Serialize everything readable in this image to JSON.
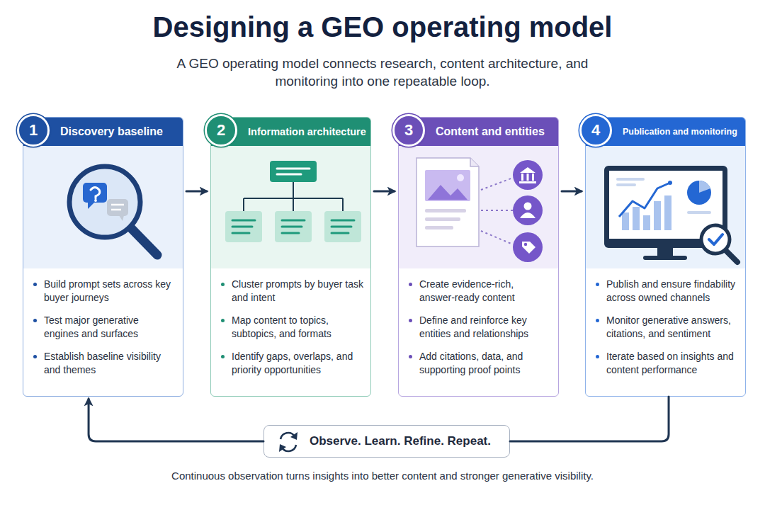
{
  "diagram": {
    "title": "Designing a GEO operating model",
    "caption": "Continuous observation turns insights into better content and stronger generative visibility.",
    "nodes": [
      {
        "text": [
          "Discovery baseline",
          "Build prompt sets across key buyer journeys",
          "Test major generative engines and surfaces",
          "Establish baseline visibility and themes"
        ]
      },
      {
        "text": [
          "1"
        ],
        "in": 0
      },
      {
        "text": [
          "Information architecture",
          "Cluster prompts by buyer task and intent",
          "Map content to topics, subtopics, and formats",
          "Identify gaps, overlaps, and priority opportunities"
        ]
      },
      {
        "text": [
          "2"
        ],
        "in": 2
      },
      {
        "text": [
          "Content and entities",
          "Create evidence-rich, answer-ready content",
          "Define and reinforce key entities and relationships",
          "Add citations, data, and supporting proof points"
        ]
      },
      {
        "text": [
          "3"
        ],
        "in": 4
      },
      {
        "text": [
          "Publication and monitoring",
          "Publish and ensure findability across owned channels",
          "Monitor generative answers, citations, and sentiment",
          "Iterate based on insights and content performance"
        ]
      },
      {
        "text": [
          "4"
        ],
        "in": 6
      },
      {
        "text": [
          "Observe. Learn. Refine. Repeat."
        ]
      }
    ],
    "edges": [
      {
        "from": 0,
        "to": 2,
        "arrow": "to"
      },
      {
        "from": 2,
        "to": 4,
        "arrow": "to"
      },
      {
        "from": 4,
        "to": 6,
        "arrow": "to"
      },
      {
        "from": 6,
        "to": 8,
        "arrow": "none"
      },
      {
        "from": 8,
        "to": 0,
        "arrow": "to"
      }
    ],
    "labels": [
      "A GEO operating model connects research, content architecture, and monitoring into one repeatable loop."
    ]
  }
}
